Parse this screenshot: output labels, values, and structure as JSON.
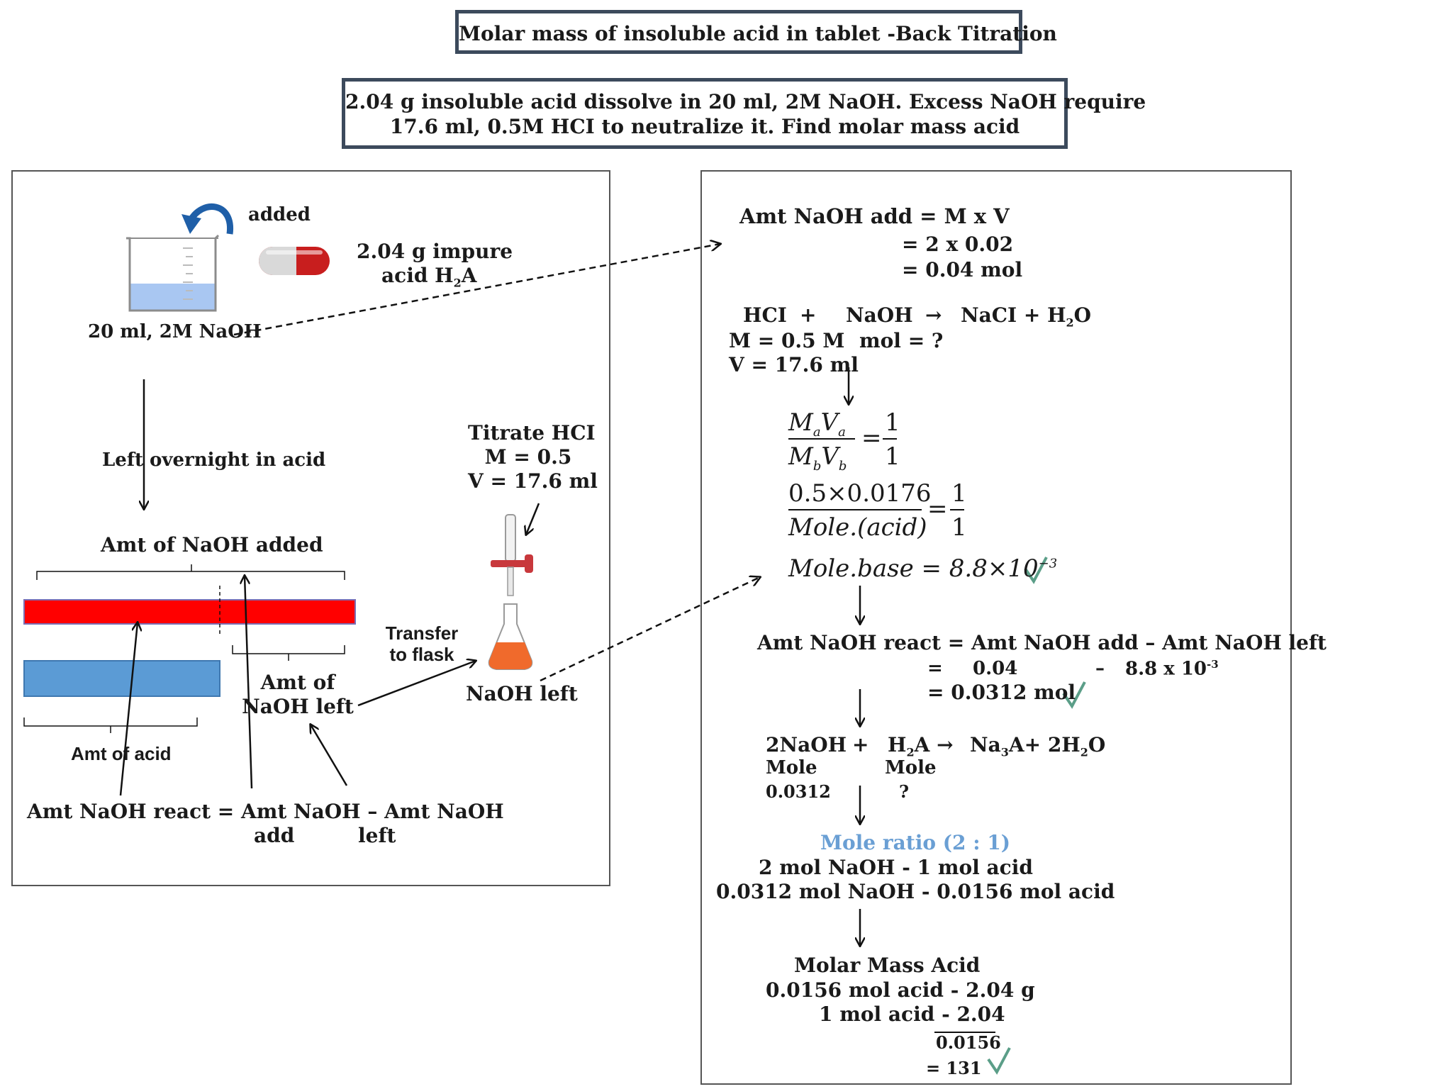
{
  "title": "Molar mass of  insoluble acid in tablet -Back Titration",
  "problem": {
    "line1": "2.04 g insoluble acid dissolve in 20 ml, 2M NaOH. Excess NaOH require",
    "line2": "17.6 ml, 0.5M HCI to neutralize it. Find molar mass acid"
  },
  "left_panel": {
    "added_label": "added",
    "tablet_label_1": "2.04 g impure",
    "tablet_label_2": "acid H",
    "tablet_label_2_sub": "2",
    "tablet_label_2_end": "A",
    "beaker_label": "20 ml, 2M NaOH",
    "left_label": "Left",
    "overnight_label": "overnight in acid",
    "amt_naoh_added": "Amt of NaOH added",
    "amt_naoh_left_1": "Amt of",
    "amt_naoh_left_2": "NaOH left",
    "amt_of_acid": "Amt of acid",
    "transfer_1": "Transfer",
    "transfer_2": "to flask",
    "titrate_1": "Titrate HCI",
    "titrate_2": "M = 0.5",
    "titrate_3": "V = 17.6 ml",
    "naoh_left": "NaOH left",
    "eq_line1": "Amt NaOH react = Amt NaOH – Amt NaOH",
    "eq_add": "add",
    "eq_left": "left",
    "colors": {
      "red_bar": "#ff0000",
      "blue_bar": "#5b9bd5",
      "arrow_blue": "#1f5fa8"
    }
  },
  "right_panel": {
    "s1_l1": "Amt NaOH add = M x V",
    "s1_l2": "= 2  x 0.02",
    "s1_l3": "= 0.04 mol",
    "r1_hcl": "HCI",
    "r1_plus": "+",
    "r1_naoh": "NaOH",
    "r1_arrow": "→",
    "r1_nacl": "NaCI  +  H",
    "r1_sub2": "2",
    "r1_o": "O",
    "r1_m": "M = 0.5 M",
    "r1_mol": "mol = ?",
    "r1_v": "V  = 17.6 ml",
    "f1_num": "MₐVₐ",
    "f1_den": "MᵦVᵦ",
    "f1_num_a": "M",
    "f1_num_a_sub": "a",
    "f1_num_b": "V",
    "f1_num_b_sub": "a",
    "f1_den_a": "M",
    "f1_den_a_sub": "b",
    "f1_den_b": "V",
    "f1_den_b_sub": "b",
    "f1_eq": "=",
    "f1_rnum": "1",
    "f1_rden": "1",
    "f2_num": "0.5×0.0176",
    "f2_den": "Mole.(acid)",
    "f2_eq": "=",
    "f2_rnum": "1",
    "f2_rden": "1",
    "f3": "Mole.base = 8.8×10",
    "f3_exp": "−3",
    "s2_l1": "Amt NaOH react  = Amt NaOH add – Amt NaOH left",
    "s2_l2a": "=",
    "s2_l2b": "0.04",
    "s2_l2c": "–",
    "s2_l2d": "8.8 x 10",
    "s2_l2d_exp": "-3",
    "s2_l3": "=  0.0312 mol",
    "r2_naoh": "2NaOH",
    "r2_plus": "+",
    "r2_h": "H",
    "r2_h_sub": "2",
    "r2_a": "A →",
    "r2_na": "Na",
    "r2_na_sub": "3",
    "r2_rest": "A+  2H",
    "r2_rest_sub": "2",
    "r2_o": "O",
    "r2_mole1": "Mole",
    "r2_val1": "0.0312",
    "r2_mole2": "Mole",
    "r2_q": "?",
    "ratio": "Mole ratio (2 : 1)",
    "ratio_l1": "2 mol NaOH  -  1 mol acid",
    "ratio_l2": "0.0312 mol NaOH   -  0.0156 mol acid",
    "mm_title": "Molar Mass Acid",
    "mm_l1": "0.0156 mol acid  -  2.04 g",
    "mm_l2": "1 mol acid  -  2.04",
    "mm_den": "0.0156",
    "mm_res": "= 131"
  }
}
